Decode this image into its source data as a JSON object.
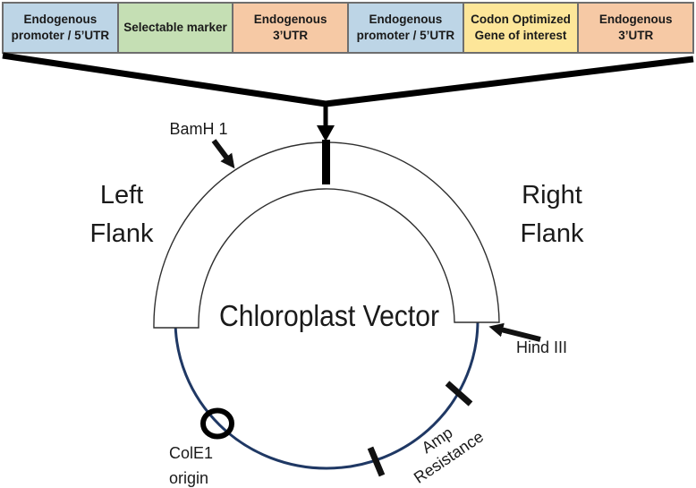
{
  "figure": {
    "background": "#ffffff",
    "box_border_color": "#6e6e6e",
    "line_color": "#000000"
  },
  "construct_row": {
    "boxes": [
      {
        "line1": "Endogenous",
        "line2": "promoter / 5’UTR",
        "fill": "#bdd5e6"
      },
      {
        "line1": "Selectable marker",
        "line2": "",
        "fill": "#c5dfb4"
      },
      {
        "line1": "Endogenous",
        "line2": "3’UTR",
        "fill": "#f6c9a5"
      },
      {
        "line1": "Endogenous",
        "line2": "promoter / 5’UTR",
        "fill": "#bdd5e6"
      },
      {
        "line1": "Codon Optimized",
        "line2": "Gene of interest",
        "fill": "#fde699"
      },
      {
        "line1": "Endogenous",
        "line2": "3’UTR",
        "fill": "#f6c9a5"
      }
    ]
  },
  "plasmid": {
    "title": "Chloroplast Vector",
    "left_flank_line1": "Left",
    "left_flank_line2": "Flank",
    "right_flank_line1": "Right",
    "right_flank_line2": "Flank",
    "bamh1_label": "BamH 1",
    "hindiii_label": "Hind III",
    "cole1_line1": "ColE1",
    "cole1_line2": "origin",
    "amp_line1": "Amp",
    "amp_line2": "Resistance",
    "circle_color": "#1f3864"
  }
}
